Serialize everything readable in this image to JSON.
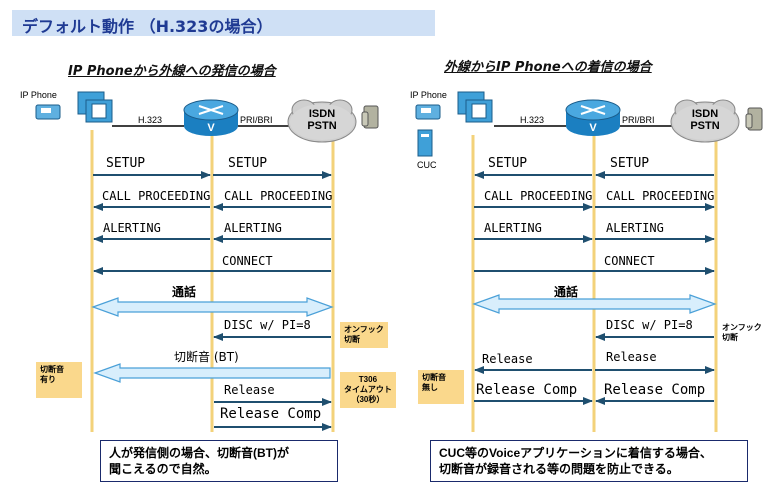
{
  "title": "デフォルト動作 （H.323の場合）",
  "left": {
    "subtitle": "IP Phoneから外線への発信の場合",
    "ip_phone_label": "IP Phone",
    "link_h323": "H.323",
    "link_pri": "PRI/BRI",
    "cloud": "ISDN\nPSTN",
    "msg": {
      "setup_a": "SETUP",
      "setup_b": "SETUP",
      "cp_a": "CALL PROCEEDING",
      "cp_b": "CALL PROCEEDING",
      "al_a": "ALERTING",
      "al_b": "ALERTING",
      "connect": "CONNECT",
      "talk": "通話",
      "disc": "DISC w/ PI=8",
      "bt": "切断音 (BT)",
      "release": "Release",
      "release_comp": "Release Comp"
    },
    "note_onhook": "オンフック\n切断",
    "note_bt": "切断音\n有り",
    "note_t306": "T306\nタイムアウト\n（30秒）",
    "caption": "人が発信側の場合、切断音(BT)が\n聞こえるので自然。"
  },
  "right": {
    "subtitle": "外線からIP Phoneへの着信の場合",
    "ip_phone_label": "IP Phone",
    "cuc_label": "CUC",
    "link_h323": "H.323",
    "link_pri": "PRI/BRI",
    "cloud": "ISDN\nPSTN",
    "msg": {
      "setup_a": "SETUP",
      "setup_b": "SETUP",
      "cp_a": "CALL PROCEEDING",
      "cp_b": "CALL PROCEEDING",
      "al_a": "ALERTING",
      "al_b": "ALERTING",
      "connect": "CONNECT",
      "talk": "通話",
      "disc": "DISC w/ PI=8",
      "release_a": "Release",
      "release_b": "Release",
      "rc_a": "Release Comp",
      "rc_b": "Release Comp"
    },
    "note_onhook": "オンフック\n切断",
    "note_bt": "切断音\n無し",
    "caption": "CUC等のVoiceアプリケーションに着信する場合、\n切断音が録音される等の問題を防止できる。"
  },
  "colors": {
    "arrow": "#1f4f6f",
    "lifeline": "#f3d27a",
    "note": "#fad88c",
    "title_bar": "#cfe0f5",
    "router": "#1b7fc1"
  }
}
